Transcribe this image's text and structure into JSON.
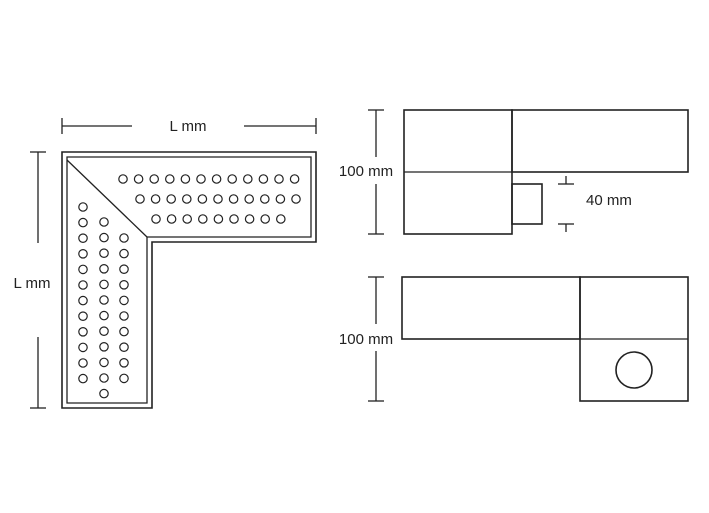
{
  "colors": {
    "line": "#222222",
    "background": "#ffffff"
  },
  "labels": {
    "top_length": "L mm",
    "left_length": "L mm",
    "height_top_view": "100 mm",
    "hole_size": "40 mm",
    "height_bottom_view": "100 mm"
  }
}
